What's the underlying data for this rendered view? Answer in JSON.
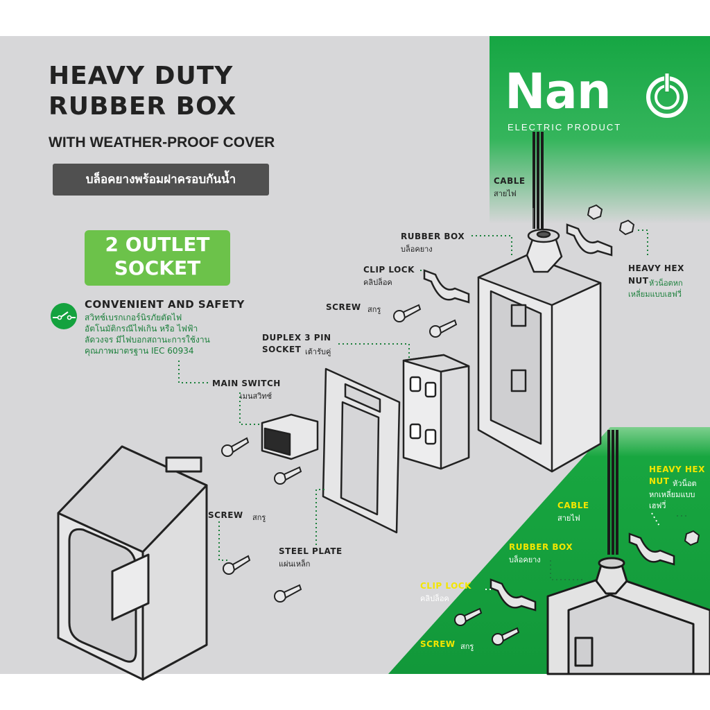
{
  "header": {
    "title_line1": "HEAVY DUTY",
    "title_line2": "RUBBER BOX",
    "subtitle": "WITH WEATHER-PROOF COVER",
    "thai_banner": "บล็อคยางพร้อมฝาครอบกันน้ำ"
  },
  "badge": {
    "line1": "2 OUTLET",
    "line2": "SOCKET"
  },
  "feature": {
    "title": "CONVENIENT AND SAFETY",
    "lines": [
      "สวิทช์เบรกเกอร์นิรภัยตัดไฟ",
      "อัตโนมัติกรณีไฟเกิน หรือ ไฟฟ้า",
      "ลัดวงจร มีไฟบอกสถานะการใช้งาน",
      "คุณภาพมาตรฐาน IEC 60934"
    ]
  },
  "brand": {
    "name": "Nan",
    "tagline": "ELECTRIC PRODUCT"
  },
  "labels": {
    "cable": {
      "en": "CABLE",
      "th": "สายไฟ"
    },
    "rubber_box": {
      "en": "RUBBER BOX",
      "th": "บล็อคยาง"
    },
    "clip_lock": {
      "en": "CLIP LOCK",
      "th": "คลิปล็อค"
    },
    "screw_top": {
      "en": "SCREW",
      "th": "สกรู"
    },
    "hex_nut": {
      "en1": "HEAVY HEX",
      "en2": "NUT",
      "th1": "หัวน็อตหก",
      "th2": "เหลี่ยมแบบเฮฟวี่"
    },
    "duplex": {
      "en1": "DUPLEX 3 PIN",
      "en2": "SOCKET",
      "th": "เต้ารับคู่"
    },
    "main_switch": {
      "en": "MAIN SWITCH",
      "th": "เมนสวิทช์"
    },
    "screw_left": {
      "en": "SCREW",
      "th": "สกรู"
    },
    "steel_plate": {
      "en": "STEEL PLATE",
      "th": "แผ่นเหล็ก"
    }
  },
  "inset_labels": {
    "cable": {
      "en": "CABLE",
      "th": "สายไฟ"
    },
    "hex_nut": {
      "en1": "HEAVY HEX",
      "en2": "NUT",
      "th1": "หัวน็อต",
      "th2": "หกเหลี่ยมแบบ",
      "th3": "เฮฟวี่"
    },
    "rubber_box": {
      "en": "RUBBER BOX",
      "th": "บล็อคยาง"
    },
    "clip_lock": {
      "en": "CLIP LOCK",
      "th": "คลิปล็อค"
    },
    "screw": {
      "en": "SCREW",
      "th": "สกรู"
    }
  },
  "colors": {
    "background": "#d6d6d8",
    "green": "#14a23e",
    "badge": "#6cc24a",
    "dark": "#222222"
  }
}
